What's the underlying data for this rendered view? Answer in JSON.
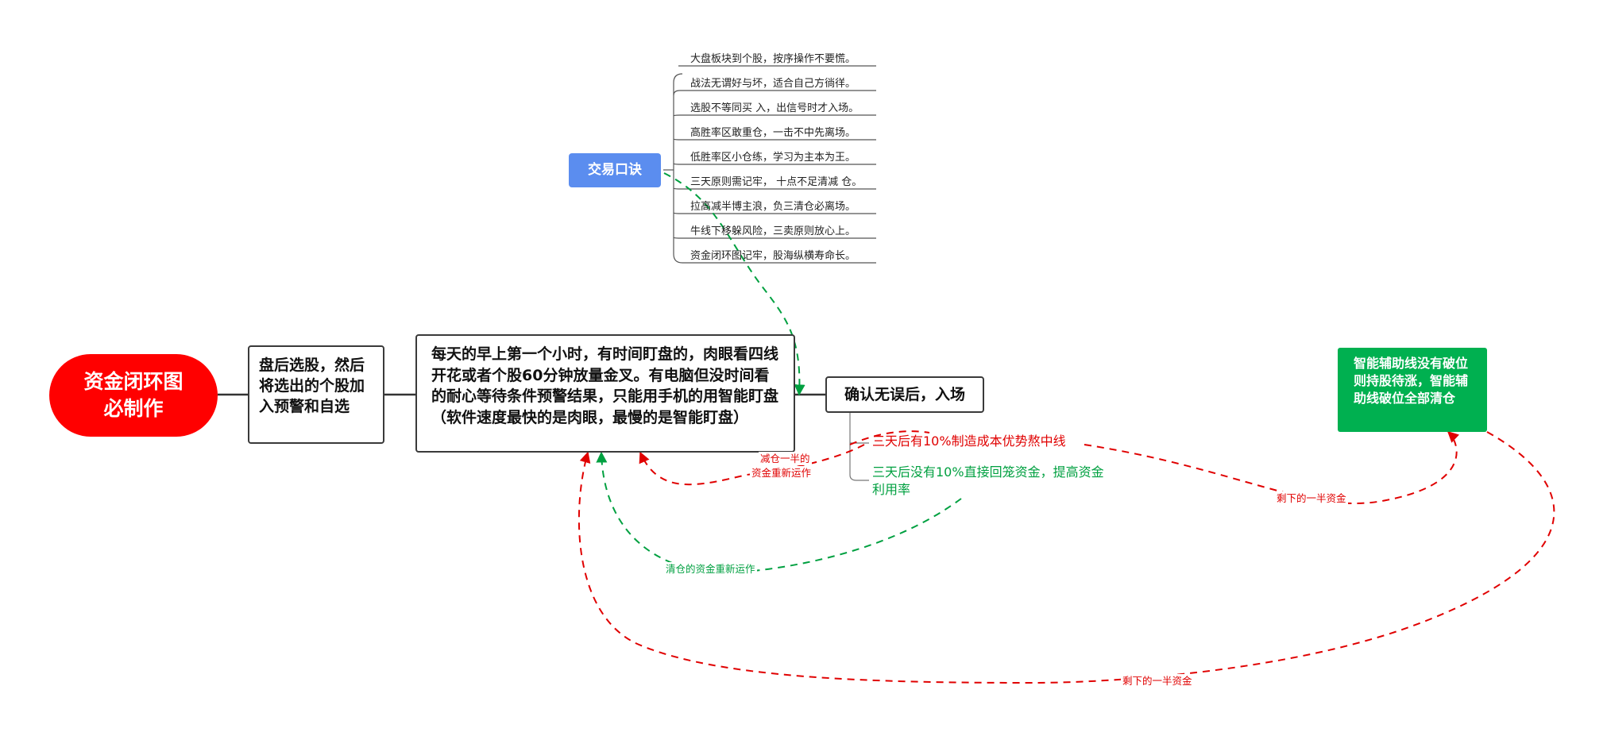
{
  "root": {
    "line1": "资金闭环图",
    "line2": "必制作"
  },
  "nodes": {
    "after_close": "盘后选股，然后将选出的个股加入预警和自选",
    "morning_watch": "每天的早上第一个小时，有时间盯盘的，肉眼看四线开花或者个股60分钟放量金叉。有电脑但没时间看的耐心等待条件预警结果，只能用手机的用智能盯盘（软件速度最快的是肉眼，最慢的是智能盯盘）",
    "confirm_entry": "确认无误后，入场",
    "trading_tips": "交易口诀",
    "smart_line": "智能辅助线没有破位则持股待涨，智能辅助线破位全部清仓"
  },
  "tips": [
    "大盘板块到个股，按序操作不要慌。",
    "战法无谓好与坏，适合自己方徜徉。",
    "选股不等同买 入，出信号时才入场。",
    "高胜率区敢重仓，一击不中先离场。",
    "低胜率区小仓练，学习为主本为王。",
    "三天原则需记牢， 十点不足清减 仓。",
    "拉高减半博主浪，负三清仓必离场。",
    "牛线下移躲风险，三卖原则放心上。",
    "资金闭环图记牢，股海纵横寿命长。"
  ],
  "outcomes": {
    "red": "三天后有10%制造成本优势熬中线",
    "green": "三天后没有10%直接回笼资金，提高资金利用率"
  },
  "labels": {
    "reduce_half_1": "减仓一半的",
    "reduce_half_2": "资金重新运作",
    "clear_capital": "清仓的资金重新运作",
    "remaining_half": "剩下的一半资金",
    "remaining_half_bottom": "剩下的一半资金"
  },
  "colors": {
    "root": "#ff0000",
    "tips": "#5b8def",
    "smart_line": "#00b050",
    "red_flow": "#e00000",
    "green_flow": "#00a040",
    "connector": "#333333"
  }
}
